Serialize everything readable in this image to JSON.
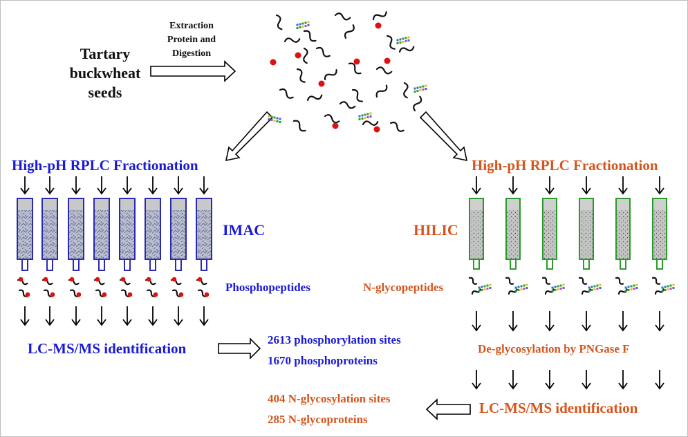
{
  "source": {
    "label": "Tartary\nbuckwheat\nseeds",
    "line1": "Tartary",
    "line2": "buckwheat",
    "line3": "seeds"
  },
  "step1": {
    "line1": "Extraction",
    "line2": "Protein and",
    "line3": "Digestion"
  },
  "left": {
    "fractionation": "High-pH RPLC Fractionation",
    "enrichment": "IMAC",
    "peptides": "Phosphopeptides",
    "identification": "LC-MS/MS identification",
    "result1": "2613 phosphorylation sites",
    "result2": "1670 phosphoproteins"
  },
  "right": {
    "fractionation": "High-pH RPLC Fractionation",
    "enrichment": "HILIC",
    "peptides": "N-glycopeptides",
    "deglyco": "De-glycosylation by PNGase F",
    "identification": "LC-MS/MS identification",
    "result1": "404 N-glycosylation sites",
    "result2": "285 N-glycoproteins"
  },
  "colors": {
    "phospho_branch": "#1a1ad6",
    "glyco_branch": "#d4561e",
    "imac_column": "#2a2ab0",
    "hilic_column": "#2a9a2a",
    "phospho_group": "#e01010"
  }
}
